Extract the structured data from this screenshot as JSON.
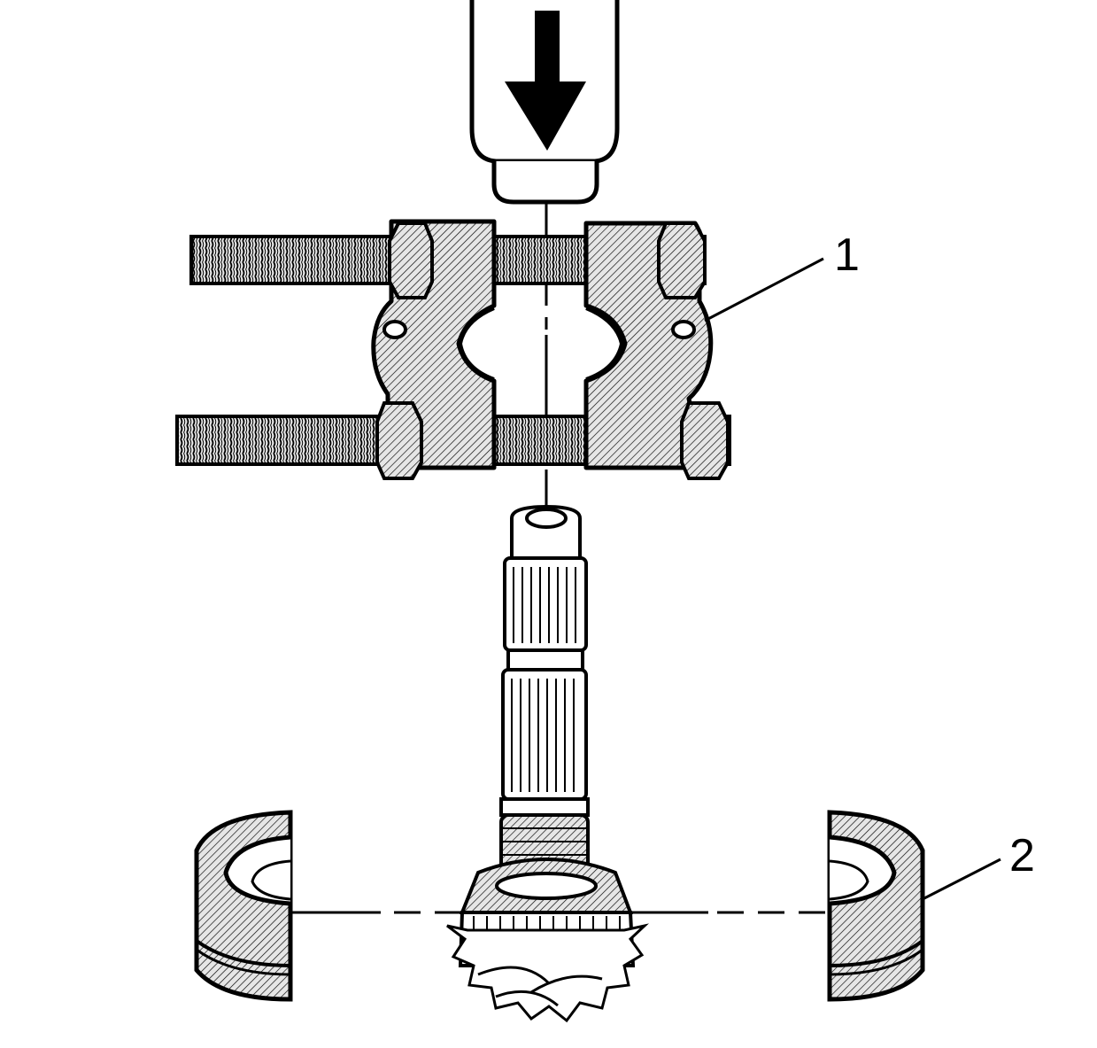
{
  "diagram": {
    "callouts": [
      {
        "id": "1",
        "label": "1"
      },
      {
        "id": "2",
        "label": "2"
      }
    ],
    "colors": {
      "stroke": "#000000",
      "background": "#ffffff",
      "hatch_fill": "#e6e6e6"
    }
  }
}
